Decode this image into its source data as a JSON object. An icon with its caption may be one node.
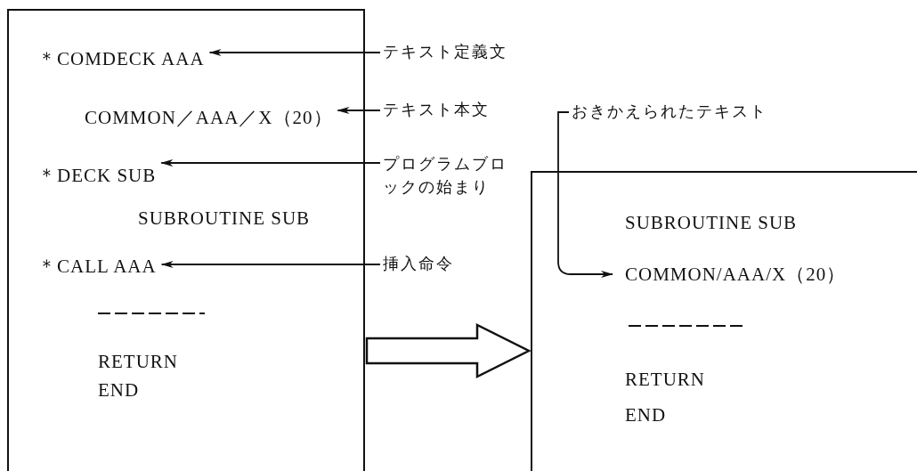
{
  "diagram": {
    "nodes": [
      {
        "text": [
          "SUBROUTINE SUB",
          "RETURN",
          "END"
        ]
      },
      {
        "text": [
          "＊COMDECK AAA"
        ],
        "in": 0
      },
      {
        "text": [
          "COMMON／AAA／X（20）"
        ],
        "in": 0
      },
      {
        "text": [
          "＊DECK  SUB"
        ],
        "in": 0
      },
      {
        "text": [
          "＊CALL  AAA"
        ],
        "in": 0
      },
      {
        "text": [
          "テキスト定義文"
        ]
      },
      {
        "text": [
          "テキスト本文"
        ]
      },
      {
        "text": [
          "プログラムブロックの始まり"
        ]
      },
      {
        "text": [
          "挿入命令"
        ]
      },
      {
        "text": [
          "おきかえられたテキスト"
        ]
      },
      {
        "text": [
          "SUBROUTINE SUB",
          "RETURN",
          "END"
        ]
      },
      {
        "text": [
          "COMMON/AAA/X（20）"
        ],
        "in": 10
      }
    ],
    "edges": [
      {
        "from": 5,
        "to": 1,
        "arrow": "to"
      },
      {
        "from": 6,
        "to": 2,
        "arrow": "to"
      },
      {
        "from": 7,
        "to": 3,
        "arrow": "to"
      },
      {
        "from": 8,
        "to": 4,
        "arrow": "to"
      },
      {
        "from": 9,
        "to": 11,
        "arrow": "to"
      },
      {
        "from": 0,
        "to": 10,
        "arrow": "to",
        "style": "thick"
      }
    ]
  }
}
